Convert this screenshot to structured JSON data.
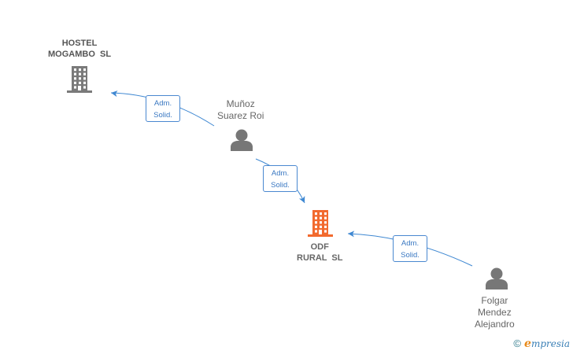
{
  "colors": {
    "edge": "#3f88d2",
    "company_icon": "#7a7a7a",
    "company_icon_highlight": "#f26a2e",
    "person_icon": "#777777",
    "label_text": "#666666"
  },
  "nodes": [
    {
      "id": "hostel",
      "kind": "company",
      "icon": "building-icon",
      "lines": [
        "HOSTEL",
        "MOGAMBO  SL"
      ],
      "highlight": false
    },
    {
      "id": "munoz",
      "kind": "person",
      "icon": "person-icon",
      "lines": [
        "Muñoz",
        "Suarez Roi"
      ]
    },
    {
      "id": "odf",
      "kind": "company",
      "icon": "building-icon",
      "lines": [
        "ODF",
        "RURAL  SL"
      ],
      "highlight": true
    },
    {
      "id": "folgar",
      "kind": "person",
      "icon": "person-icon",
      "lines": [
        "Folgar",
        "Mendez",
        "Alejandro"
      ]
    }
  ],
  "edges": [
    {
      "id": "e1",
      "from": "munoz",
      "to": "hostel",
      "label": [
        "Adm.",
        "Solid."
      ]
    },
    {
      "id": "e2",
      "from": "munoz",
      "to": "odf",
      "label": [
        "Adm.",
        "Solid."
      ]
    },
    {
      "id": "e3",
      "from": "folgar",
      "to": "odf",
      "label": [
        "Adm.",
        "Solid."
      ]
    }
  ],
  "brand": {
    "copyright": "©",
    "first_letter": "e",
    "rest": "mpresia"
  }
}
